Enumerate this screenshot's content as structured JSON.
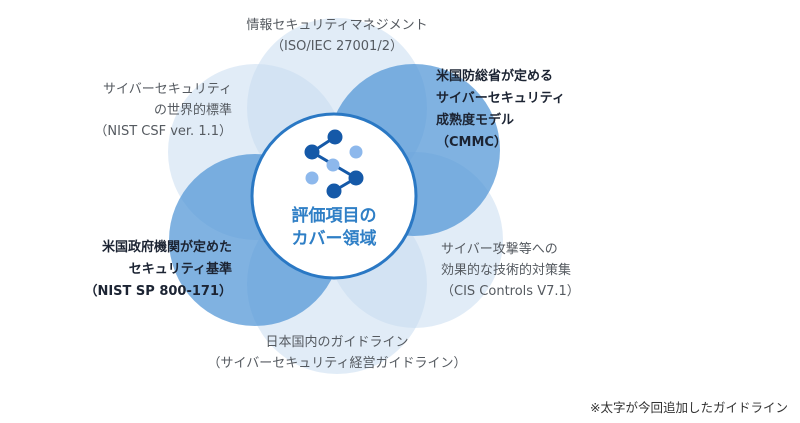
{
  "center": {
    "lines": [
      "評価項目の",
      "カバー領域"
    ],
    "icon": "network-nodes-icon"
  },
  "petals": [
    {
      "id": "isms",
      "bold": false,
      "lines": [
        "情報セキュリティマネジメント",
        "（ISO/IEC 27001/2）"
      ]
    },
    {
      "id": "cmmc",
      "bold": true,
      "lines": [
        "米国防総省が定める",
        "サイバーセキュリティ",
        "成熟度モデル",
        "（CMMC）"
      ]
    },
    {
      "id": "cis",
      "bold": false,
      "lines": [
        "サイバー攻撃等への",
        "効果的な技術的対策集",
        "（CIS Controls V7.1）"
      ]
    },
    {
      "id": "guideline",
      "bold": false,
      "lines": [
        "日本国内のガイドライン",
        "（サイバーセキュリティ経営ガイドライン）"
      ]
    },
    {
      "id": "nist-sp",
      "bold": true,
      "lines": [
        "米国政府機関が定めた",
        "セキュリティ基準",
        "（NIST SP 800-171）"
      ]
    },
    {
      "id": "nist-csf",
      "bold": false,
      "lines": [
        "サイバーセキュリティ",
        "の世界的標準",
        "（NIST CSF ver. 1.1）"
      ]
    }
  ],
  "footnote": "※太字が今回追加したガイドライン",
  "colors": {
    "light_petal": "#c9ddf1",
    "dark_petal": "#4f94d6",
    "accent": "#2f7fc6",
    "icon_dark": "#1559a8",
    "icon_light": "#8db8ec"
  }
}
